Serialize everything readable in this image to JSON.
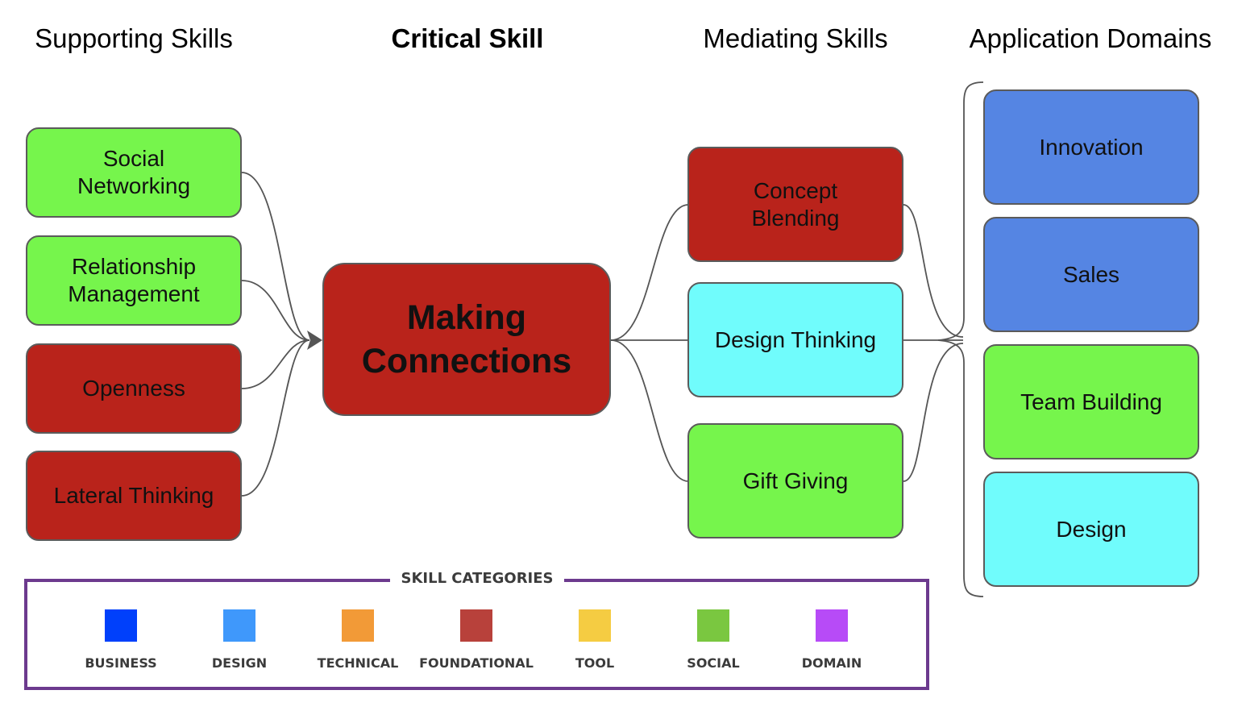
{
  "headings": {
    "supporting": "Supporting Skills",
    "critical": "Critical Skill",
    "mediating": "Mediating Skills",
    "domains": "Application Domains"
  },
  "supporting_skills": [
    {
      "lines": [
        "Social",
        "Networking"
      ],
      "category": "social"
    },
    {
      "lines": [
        "Relationship",
        "Management"
      ],
      "category": "social"
    },
    {
      "lines": [
        "Openness"
      ],
      "category": "foundational"
    },
    {
      "lines": [
        "Lateral Thinking"
      ],
      "category": "foundational"
    }
  ],
  "critical_skill": {
    "lines": [
      "Making",
      "Connections"
    ],
    "category": "foundational"
  },
  "mediating_skills": [
    {
      "lines": [
        "Concept",
        "Blending"
      ],
      "category": "foundational"
    },
    {
      "lines": [
        "Design Thinking"
      ],
      "category": "design"
    },
    {
      "lines": [
        "Gift Giving"
      ],
      "category": "social"
    }
  ],
  "application_domains": [
    {
      "lines": [
        "Innovation"
      ],
      "category": "business"
    },
    {
      "lines": [
        "Sales"
      ],
      "category": "business"
    },
    {
      "lines": [
        "Team Building"
      ],
      "category": "social"
    },
    {
      "lines": [
        "Design"
      ],
      "category": "design"
    }
  ],
  "legend": {
    "title": "SKILL CATEGORIES",
    "items": [
      {
        "label": "BUSINESS",
        "color": "#0040fb"
      },
      {
        "label": "DESIGN",
        "color": "#3f98fb"
      },
      {
        "label": "TECHNICAL",
        "color": "#f29a37"
      },
      {
        "label": "FOUNDATIONAL",
        "color": "#b8413b"
      },
      {
        "label": "TOOL",
        "color": "#f5cc42"
      },
      {
        "label": "SOCIAL",
        "color": "#7ac740"
      },
      {
        "label": "DOMAIN",
        "color": "#b74bf7"
      }
    ]
  },
  "colors": {
    "node_social": "#76f54c",
    "node_foundational": "#b9231b",
    "node_design": "#70fcfc",
    "node_business": "#5585e3",
    "legend_frame": "#6c3a8e",
    "connector": "#555555"
  }
}
